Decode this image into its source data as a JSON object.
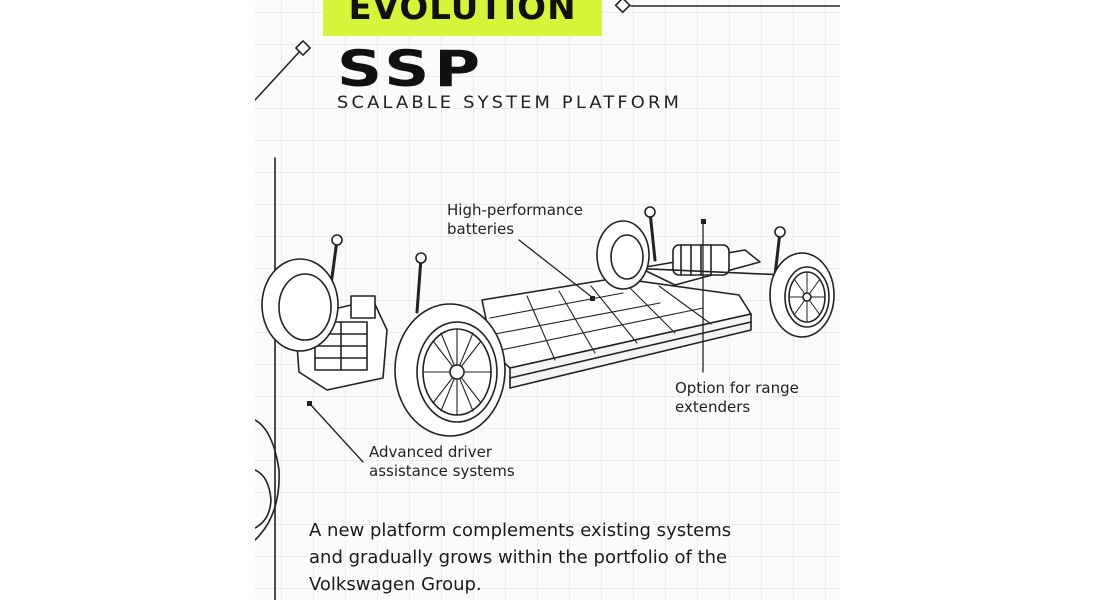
{
  "header": {
    "tag": "EVOLUTION",
    "title": "SSP",
    "subtitle": "SCALABLE SYSTEM PLATFORM"
  },
  "callouts": {
    "batteries": [
      "High-performance",
      "batteries"
    ],
    "range": [
      "Option for range",
      "extenders"
    ],
    "adas": [
      "Advanced driver",
      "assistance systems"
    ]
  },
  "caption": [
    "A new platform complements existing systems",
    "and gradually grows within the portfolio of the",
    "Volkswagen Group."
  ],
  "colors": {
    "accent": "#d4f53a",
    "ink": "#111111",
    "grid": "#ececec"
  }
}
